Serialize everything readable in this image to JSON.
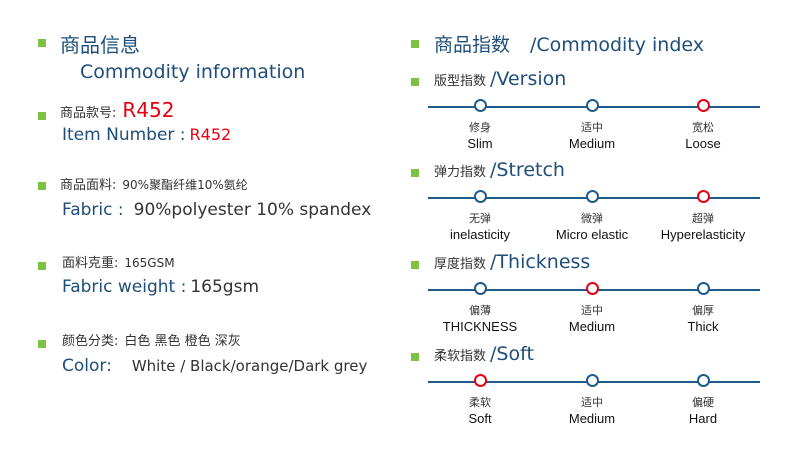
{
  "left": {
    "header_zh": "商品信息",
    "header_en": "Commodity information",
    "item_number": {
      "label_zh": "商品款号:",
      "value_zh": "R452",
      "label_en": "Item Number :",
      "value_en": "R452"
    },
    "fabric": {
      "label_zh": "商品面料:",
      "value_zh": "90%聚酯纤维10%氨纶",
      "label_en": "Fabric :",
      "value_en": "90%polyester 10% spandex"
    },
    "weight": {
      "label_zh": "面料克重:",
      "value_zh": "165GSM",
      "label_en": "Fabric  weight :",
      "value_en": "165gsm"
    },
    "color": {
      "label_zh": "颜色分类:",
      "value_zh": "白色 黑色 橙色 深灰",
      "label_en": "Color:",
      "value_en": "White / Black/orange/Dark grey"
    }
  },
  "right": {
    "header_zh": "商品指数",
    "header_en": "/Commodity index",
    "indices": [
      {
        "title_zh": "版型指数",
        "title_en": "/Version",
        "selected": 2,
        "options": [
          {
            "zh": "修身",
            "en": "Slim"
          },
          {
            "zh": "适中",
            "en": "Medium"
          },
          {
            "zh": "宽松",
            "en": "Loose"
          }
        ]
      },
      {
        "title_zh": "弹力指数",
        "title_en": "/Stretch",
        "selected": 2,
        "options": [
          {
            "zh": "无弹",
            "en": "inelasticity"
          },
          {
            "zh": "微弹",
            "en": "Micro elastic"
          },
          {
            "zh": "超弹",
            "en": "Hyperelasticity"
          }
        ]
      },
      {
        "title_zh": "厚度指数",
        "title_en": "/Thickness",
        "selected": 1,
        "options": [
          {
            "zh": "偏薄",
            "en": "THICKNESS"
          },
          {
            "zh": "适中",
            "en": "Medium"
          },
          {
            "zh": "偏厚",
            "en": "Thick"
          }
        ]
      },
      {
        "title_zh": "柔软指数",
        "title_en": "/Soft",
        "selected": 0,
        "options": [
          {
            "zh": "柔软",
            "en": "Soft"
          },
          {
            "zh": "适中",
            "en": "Medium"
          },
          {
            "zh": "偏硬",
            "en": "Hard"
          }
        ]
      }
    ]
  },
  "colors": {
    "accent_green": "#7dc242",
    "text_blue": "#1e4e79",
    "highlight_red": "#e60012"
  }
}
